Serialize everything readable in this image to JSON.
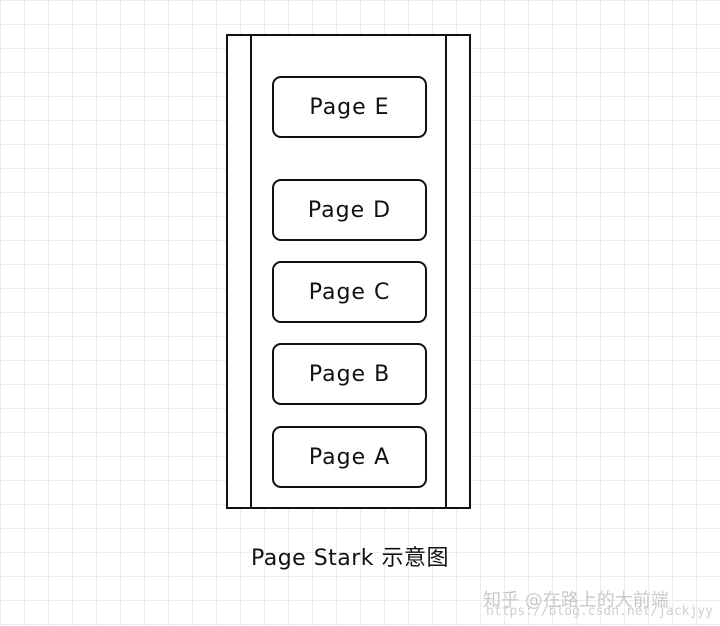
{
  "diagram": {
    "pages": [
      "Page E",
      "Page D",
      "Page C",
      "Page B",
      "Page A"
    ],
    "caption": "Page Stark 示意图"
  },
  "watermark": {
    "line1": "知乎 @在路上的大前端",
    "line2": "https://blog.csdn.net/jackjyy"
  }
}
